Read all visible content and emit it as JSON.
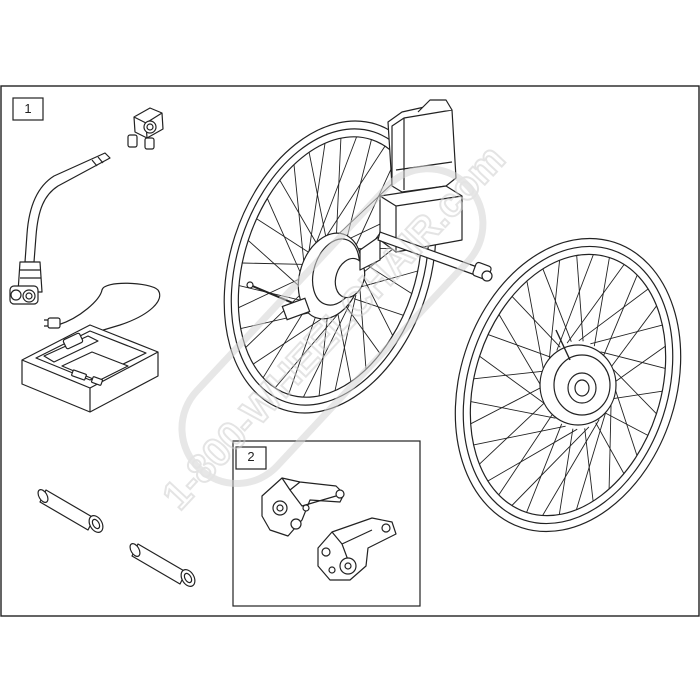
{
  "callouts": {
    "group_1": "1",
    "group_2": "2"
  },
  "watermark": {
    "text": "1-800-WHEELCHAIR.com",
    "color": "#d4d4d4"
  },
  "colors": {
    "line": "#222222",
    "fill": "#ffffff"
  }
}
